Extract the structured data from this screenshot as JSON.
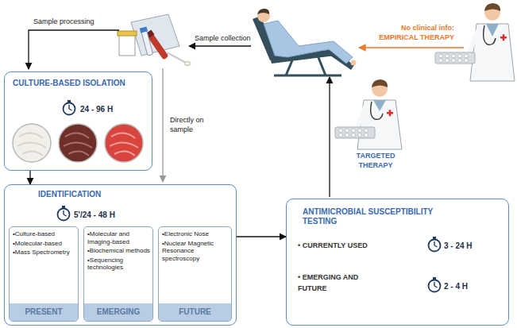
{
  "diagram": {
    "nodes": [
      {
        "text": [
          "CULTURE-BASED ISOLATION",
          "24 - 96 H"
        ]
      },
      {
        "text": [
          "IDENTIFICATION",
          "5'/24 - 48 H"
        ]
      },
      {
        "text": [
          "•Culture-based",
          "•Molecular-based",
          "•Mass Spectrometry",
          "PRESENT"
        ],
        "in": 1
      },
      {
        "text": [
          "•Molecular and Imaging-based",
          "•Biochemical methods",
          "•Sequencing technologies",
          "EMERGING"
        ],
        "in": 1
      },
      {
        "text": [
          "•Electronic Nose",
          "•Nuclear Magnetic Resonance spectroscopy",
          "FUTURE"
        ],
        "in": 1
      },
      {
        "text": [
          "ANTIMICROBIAL SUSCEPTIBILITY TESTING",
          "• CURRENTLY USED",
          "3 - 24 H",
          "• EMERGING AND FUTURE",
          "2 - 4 H"
        ]
      }
    ],
    "edges": [
      {
        "from": 0,
        "to": 1,
        "arrow": "to"
      },
      {
        "from": 1,
        "to": 5,
        "arrow": "to"
      }
    ],
    "labels": [
      "Sample processing",
      "Sample collection",
      "Directly on sample",
      "No clinical info: EMPIRICAL THERAPY",
      "TARGETED THERAPY"
    ]
  }
}
